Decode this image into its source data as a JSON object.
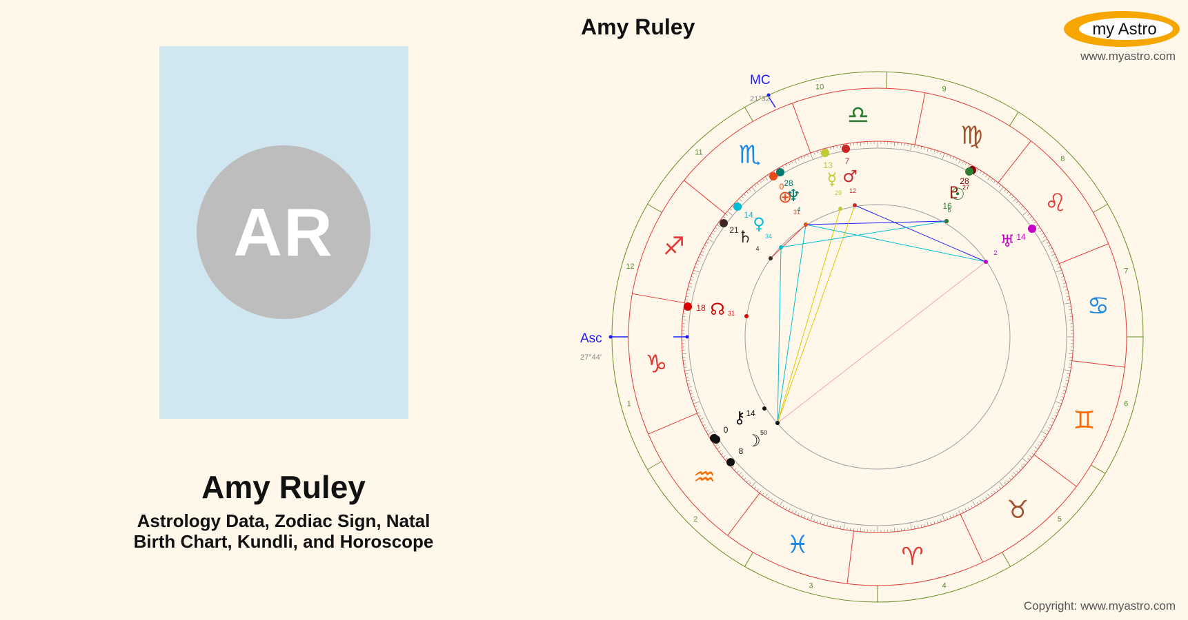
{
  "person": {
    "initials": "AR",
    "name": "Amy Ruley",
    "subtitle_line1": "Astrology Data, Zodiac Sign, Natal",
    "subtitle_line2": "Birth Chart, Kundli, and Horoscope"
  },
  "chart": {
    "title": "Amy Ruley",
    "mc_label": "MC",
    "mc_degree": "21°32'",
    "asc_label": "Asc",
    "asc_degree": "27°44'"
  },
  "brand": {
    "logo_text": "my Astro",
    "logo_color": "#f7a600",
    "url": "www.myastro.com",
    "copyright": "Copyright: www.myastro.com"
  },
  "signs": [
    {
      "name": "Libra",
      "glyph": "♎",
      "color": "#2e7d32"
    },
    {
      "name": "Virgo",
      "glyph": "♍",
      "color": "#a0522d"
    },
    {
      "name": "Leo",
      "glyph": "♌",
      "color": "#e53935"
    },
    {
      "name": "Cancer",
      "glyph": "♋",
      "color": "#1e88e5"
    },
    {
      "name": "Gemini",
      "glyph": "♊",
      "color": "#fb6a00"
    },
    {
      "name": "Taurus",
      "glyph": "♉",
      "color": "#a0522d"
    },
    {
      "name": "Aries",
      "glyph": "♈",
      "color": "#e53935"
    },
    {
      "name": "Pisces",
      "glyph": "♓",
      "color": "#1e88e5"
    },
    {
      "name": "Aquarius",
      "glyph": "♒",
      "color": "#fb6a00"
    },
    {
      "name": "Capricorn",
      "glyph": "♑",
      "color": "#e53935"
    },
    {
      "name": "Sagittarius",
      "glyph": "♐",
      "color": "#e53935"
    },
    {
      "name": "Scorpio",
      "glyph": "♏",
      "color": "#1e88e5"
    }
  ],
  "houses": [
    "10",
    "9",
    "8",
    "7",
    "6",
    "5",
    "4",
    "3",
    "2",
    "1",
    "12",
    "11"
  ],
  "planets": [
    {
      "name": "Mercury",
      "glyph": "☿",
      "degree": "13",
      "minutes": "29",
      "color": "#c0ca33"
    },
    {
      "name": "Mars",
      "glyph": "♂",
      "degree": "7",
      "minutes": "12",
      "color": "#c62828"
    },
    {
      "name": "Neptune",
      "glyph": "♆",
      "degree": "28",
      "minutes": "4",
      "color": "#00796b"
    },
    {
      "name": "Part of Fortune",
      "glyph": "⊕",
      "degree": "0",
      "minutes": "31",
      "color": "#e64a19"
    },
    {
      "name": "Venus",
      "glyph": "♀",
      "degree": "14",
      "minutes": "34",
      "color": "#00bcd4"
    },
    {
      "name": "Saturn",
      "glyph": "♄",
      "degree": "21",
      "minutes": "4",
      "color": "#3e2723"
    },
    {
      "name": "North Node",
      "glyph": "☊",
      "degree": "18",
      "minutes": "31",
      "color": "#d50000"
    },
    {
      "name": "Pluto",
      "glyph": "♇",
      "degree": "28",
      "minutes": "27",
      "color": "#8b0000"
    },
    {
      "name": "Sun",
      "glyph": "☉",
      "degree": "16",
      "minutes": "6",
      "color": "#2e7d32"
    },
    {
      "name": "Uranus",
      "glyph": "♅",
      "degree": "14",
      "minutes": "2",
      "color": "#c700c7"
    },
    {
      "name": "Chiron",
      "glyph": "⚷",
      "degree": "14",
      "minutes": "",
      "color": "#111111"
    },
    {
      "name": "Lilith",
      "glyph": "",
      "degree": "0",
      "minutes": "50",
      "color": "#111111"
    },
    {
      "name": "Moon",
      "glyph": "☽",
      "degree": "8",
      "minutes": "",
      "color": "#111111"
    }
  ]
}
